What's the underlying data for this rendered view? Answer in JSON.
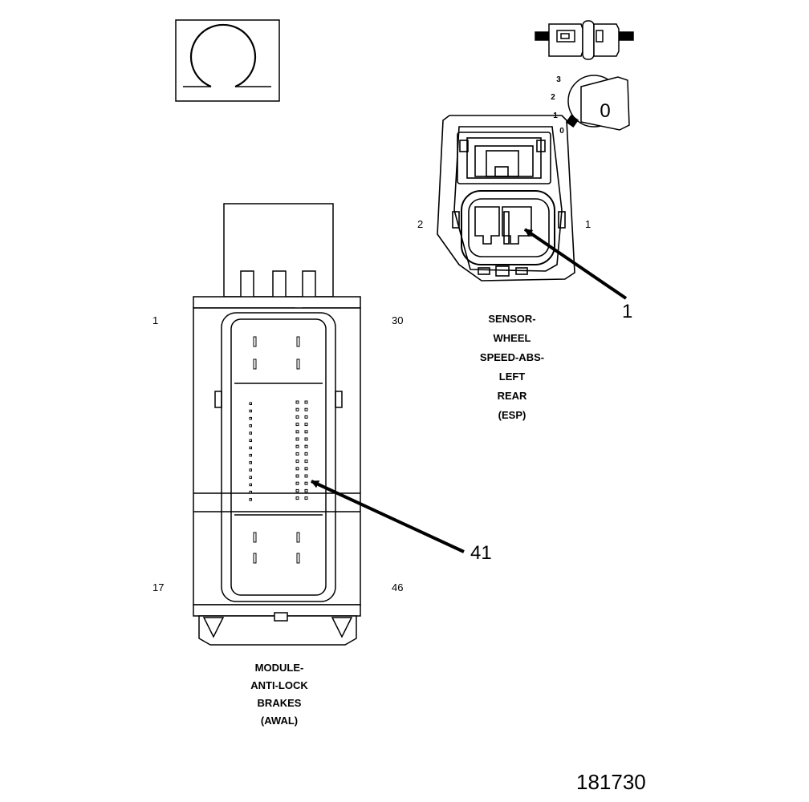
{
  "sensor_connector": {
    "caption": [
      "SENSOR-",
      "WHEEL",
      "SPEED-ABS-",
      "LEFT",
      "REAR",
      "(ESP)"
    ],
    "pin_left": "2",
    "pin_right": "1",
    "callout": "1",
    "orientation_scale": [
      "3",
      "2",
      "1",
      "0"
    ],
    "orientation_key": "0"
  },
  "module_connector": {
    "caption": [
      "MODULE-",
      "ANTI-LOCK",
      "BRAKES",
      "(AWAL)"
    ],
    "pin_top_left": "1",
    "pin_top_right": "30",
    "pin_bottom_left": "17",
    "pin_bottom_right": "46",
    "callout": "41"
  },
  "figure_id": "181730",
  "icons": [
    "omega-seal-icon",
    "inline-connector-icon",
    "orientation-key-icon"
  ]
}
